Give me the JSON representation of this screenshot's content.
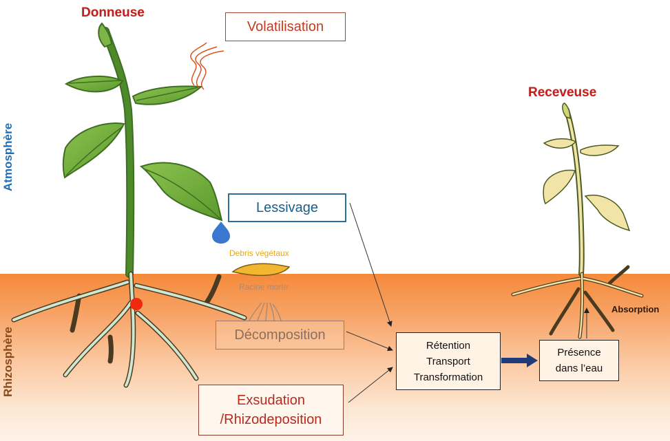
{
  "zones": {
    "atmosphere": "Atmosphère",
    "rhizosphere": "Rhizosphère"
  },
  "plants": {
    "donor": "Donneuse",
    "receiver": "Receveuse"
  },
  "processes": {
    "volatilisation": "Volatilisation",
    "lessivage": "Lessivage",
    "debris": "Debris végétaux",
    "racine_morte": "Racine morte",
    "decomposition": "Décomposition",
    "exudation_line1": "Exsudation",
    "exudation_line2": "/Rhizodeposition",
    "retention_line1": "Rétention",
    "retention_line2": "Transport",
    "retention_line3": "Transformation",
    "presence_line1": "Présence",
    "presence_line2": "dans l’eau",
    "absorption": "Absorption"
  },
  "colors": {
    "title_red": "#c0201c",
    "atmosphere_blue": "#1f6fb8",
    "rhizosphere_brown": "#8a4a1c",
    "leaf_green": "#6fae3a",
    "leaf_pale": "#f2e3a6",
    "soil_orange": "#f58a3a",
    "arrow_navy": "#1e3a78",
    "drop_blue": "#3a78d0",
    "debris_yellow": "#f2b631"
  }
}
